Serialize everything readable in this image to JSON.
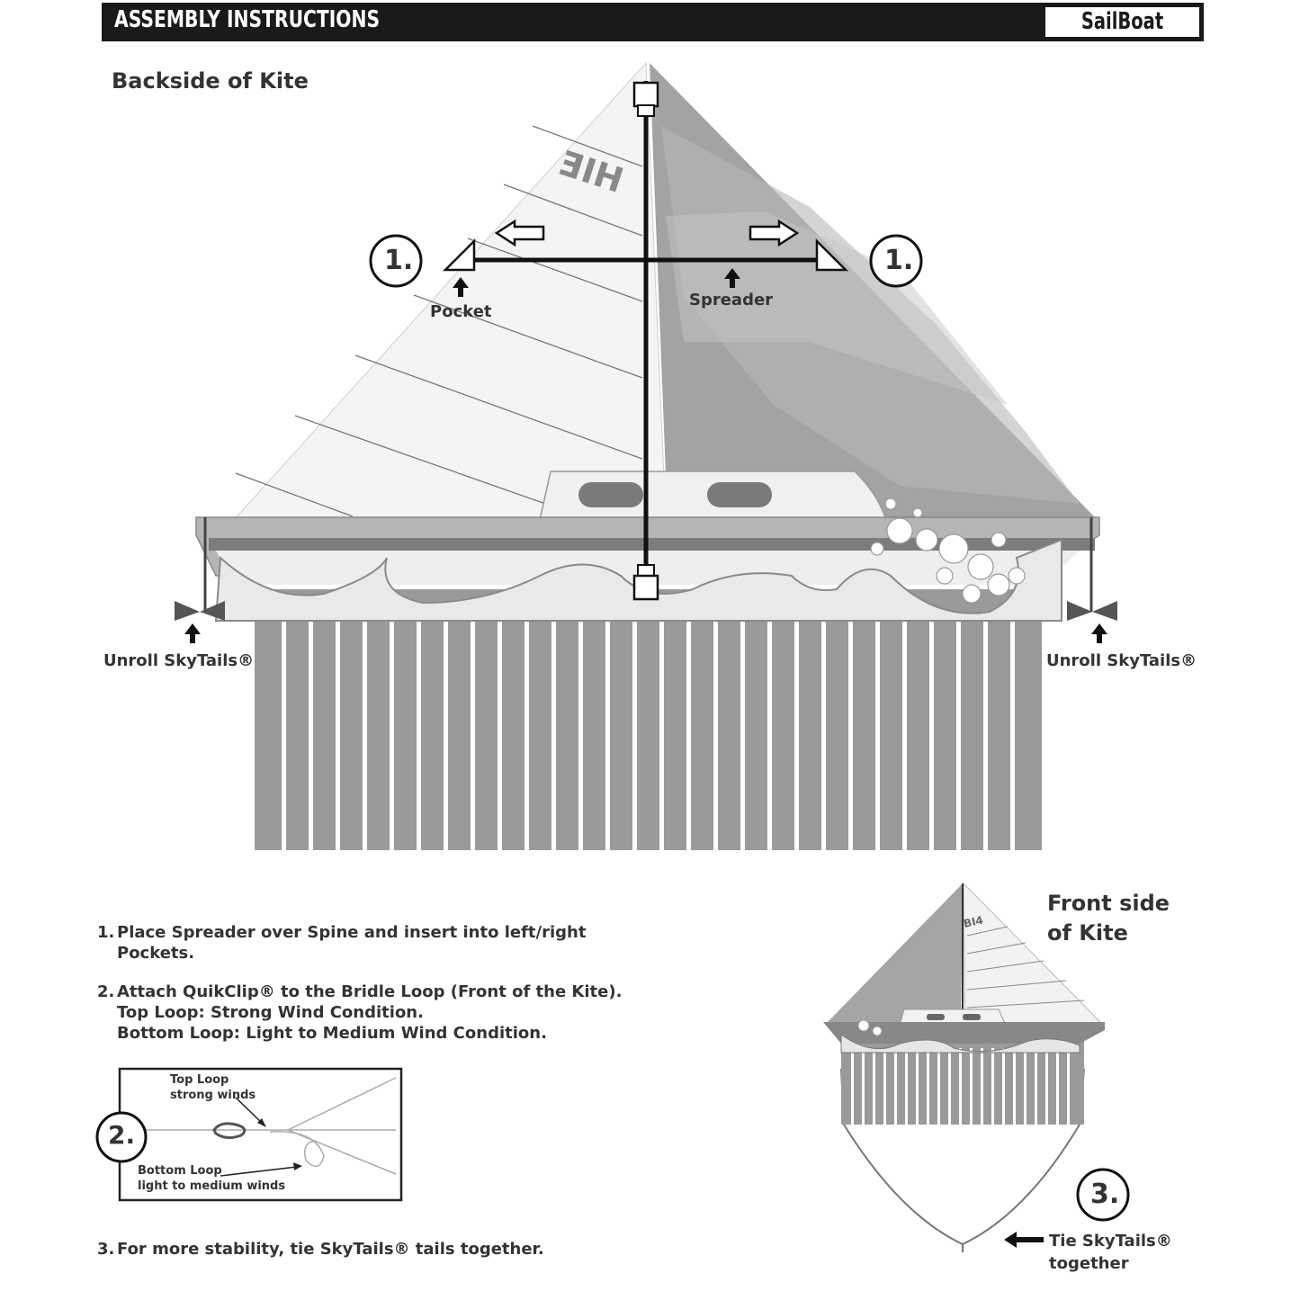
{
  "header": {
    "title": "ASSEMBLY INSTRUCTIONS",
    "model": "SailBoat"
  },
  "back_side": {
    "title": "Backside of Kite",
    "step_marker": "1.",
    "pocket_label": "Pocket",
    "spreader_label": "Spreader",
    "unroll_left": "Unroll SkyTails®",
    "unroll_right": "Unroll SkyTails®"
  },
  "instructions": {
    "step1": {
      "number": "1.",
      "line1": "Place Spreader over Spine and insert into left/right",
      "line2": "Pockets."
    },
    "step2": {
      "number": "2.",
      "line1": "Attach QuikClip® to the Bridle Loop (Front of the Kite).",
      "line2": "Top Loop: Strong Wind Condition.",
      "line3": "Bottom Loop: Light to Medium Wind Condition."
    },
    "step3": {
      "number": "3.",
      "line1": "For more stability, tie SkyTails® tails together."
    }
  },
  "bridle_diagram": {
    "marker": "2.",
    "top_loop_line1": "Top Loop",
    "top_loop_line2": "strong winds",
    "bottom_loop_line1": "Bottom Loop",
    "bottom_loop_line2": "light to medium winds"
  },
  "front_side": {
    "title_line1": "Front side",
    "title_line2": "of Kite",
    "marker": "3.",
    "tie_line1": "Tie SkyTails®",
    "tie_line2": "together"
  }
}
